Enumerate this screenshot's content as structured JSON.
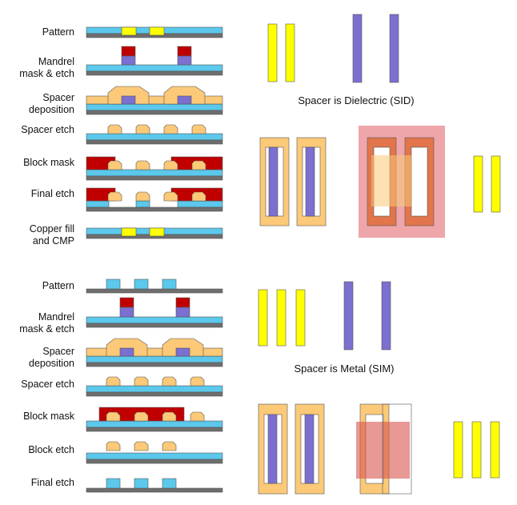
{
  "colors": {
    "substrate": "#6e6e6e",
    "hardmask": "#5bc8ec",
    "mandrel": "#7b6fd0",
    "mandrel_mask": "#c00000",
    "spacer": "#fbc978",
    "pattern": "#ffff00",
    "block": "#c00000",
    "highlight": "#e8888e",
    "outline": "#555555"
  },
  "sid": {
    "steps": [
      {
        "lines": [
          "Pattern"
        ]
      },
      {
        "lines": [
          "Mandrel",
          "mask & etch"
        ]
      },
      {
        "lines": [
          "Spacer",
          "deposition"
        ]
      },
      {
        "lines": [
          "Spacer etch"
        ]
      },
      {
        "lines": [
          "Block mask"
        ]
      },
      {
        "lines": [
          "Final etch"
        ]
      },
      {
        "lines": [
          "Copper fill",
          "and CMP"
        ]
      }
    ],
    "caption": "Spacer is Dielectric (SID)"
  },
  "sim": {
    "steps": [
      {
        "lines": [
          "Pattern"
        ]
      },
      {
        "lines": [
          "Mandrel",
          "mask & etch"
        ]
      },
      {
        "lines": [
          "Spacer",
          "deposition"
        ]
      },
      {
        "lines": [
          "Spacer etch"
        ]
      },
      {
        "lines": [
          "Block mask"
        ]
      },
      {
        "lines": [
          "Block etch"
        ]
      },
      {
        "lines": [
          "Final etch"
        ]
      }
    ],
    "caption": "Spacer is Metal (SIM)"
  }
}
